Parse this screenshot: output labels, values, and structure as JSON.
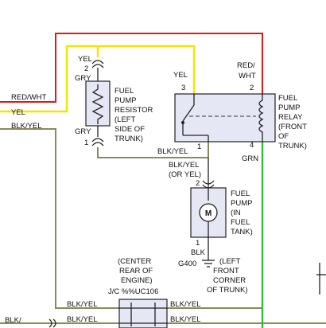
{
  "colors": {
    "red_wire": "#e01818",
    "yellow_wire": "#f2e600",
    "green_wire": "#2fbf3a",
    "olive_wire": "#8a8a5a",
    "component_fill": "#e6e7f5"
  },
  "left": {
    "red_wht": "RED/WHT",
    "yel": "YEL",
    "blk_yel": "BLK/YEL",
    "blk_slash": "BLK/"
  },
  "resistor": {
    "top_wire": "YEL",
    "top_pin": "2",
    "top_color": "GRY",
    "bottom_color": "GRY",
    "bottom_pin": "1",
    "label": [
      "FUEL",
      "PUMP",
      "RESISTOR",
      "(LEFT",
      "SIDE OF",
      "TRUNK)"
    ]
  },
  "relay": {
    "pin3": "3",
    "pin3_wire": "YEL",
    "pin2": "2",
    "pin2_wire_a": "RED/",
    "pin2_wire_b": "WHT",
    "pin1": "1",
    "pin1_wire": "BLK/YEL",
    "pin4": "4",
    "pin4_wire": "GRN",
    "label": [
      "FUEL",
      "PUMP",
      "RELAY",
      "(FRONT",
      "OF",
      "TRUNK)"
    ]
  },
  "pump": {
    "top_wire_a": "BLK/YEL",
    "top_wire_b": "(OR YEL)",
    "top_pin": "2",
    "motor_symbol": "M",
    "bottom_pin": "1",
    "bottom_wire": "BLK",
    "label": [
      "FUEL",
      "PUMP",
      "(IN",
      "FUEL",
      "TANK)"
    ]
  },
  "ground": {
    "id": "G400",
    "label": [
      "(LEFT",
      "FRONT",
      "CORNER",
      "OF TRUNK)"
    ]
  },
  "junction": {
    "label": [
      "(CENTER",
      "REAR OF",
      "ENGINE)"
    ],
    "id": "J/C %%UC106",
    "left_wire_1": "BLK/YEL",
    "left_wire_2": "BLK/YEL",
    "right_wire_1": "BLK/YEL",
    "right_wire_2": "BLK/YEL"
  }
}
